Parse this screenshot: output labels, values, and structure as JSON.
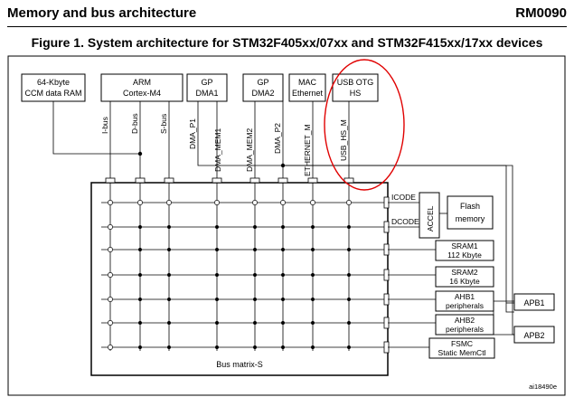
{
  "header": {
    "section": "Memory and bus architecture",
    "doc_id": "RM0090"
  },
  "figure": {
    "title": "Figure 1. System architecture for STM32F405xx/07xx and STM32F415xx/17xx devices",
    "code": "ai18490e"
  },
  "masters": [
    {
      "id": "ccm",
      "lines": [
        "64-Kbyte",
        "CCM data RAM"
      ]
    },
    {
      "id": "arm",
      "lines": [
        "ARM",
        "Cortex-M4"
      ]
    },
    {
      "id": "dma1",
      "lines": [
        "GP",
        "DMA1"
      ]
    },
    {
      "id": "dma2",
      "lines": [
        "GP",
        "DMA2"
      ]
    },
    {
      "id": "mac",
      "lines": [
        "MAC",
        "Ethernet"
      ]
    },
    {
      "id": "usb",
      "lines": [
        "USB OTG",
        "HS"
      ]
    }
  ],
  "bus_labels": [
    "I-bus",
    "D-bus",
    "S-bus",
    "DMA_P1",
    "DMA_MEM1",
    "DMA_MEM2",
    "DMA_P2",
    "ETHERNET_M",
    "USB_HS_M"
  ],
  "matrix_label": "Bus matrix-S",
  "slave_ports": [
    "ICODE",
    "DCODE"
  ],
  "accel_label": "ACCEL",
  "flash": [
    "Flash",
    "memory"
  ],
  "slaves": [
    {
      "id": "sram1",
      "lines": [
        "SRAM1",
        "112 Kbyte"
      ]
    },
    {
      "id": "sram2",
      "lines": [
        "SRAM2",
        "16 Kbyte"
      ]
    },
    {
      "id": "ahb1",
      "lines": [
        "AHB1",
        "peripherals"
      ]
    },
    {
      "id": "ahb2",
      "lines": [
        "AHB2",
        "peripherals"
      ]
    },
    {
      "id": "fsmc",
      "lines": [
        "FSMC",
        "Static MemCtl"
      ]
    }
  ],
  "apb": [
    "APB1",
    "APB2"
  ],
  "highlight_color": "#e00000"
}
